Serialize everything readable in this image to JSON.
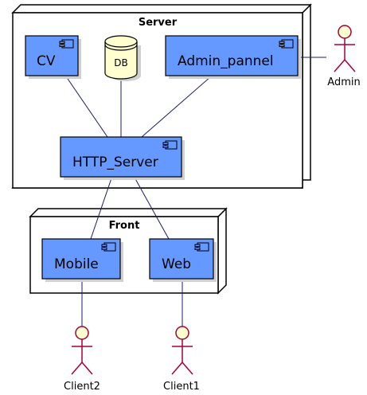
{
  "nodes": {
    "server": {
      "title": "Server"
    },
    "front": {
      "title": "Front"
    }
  },
  "components": {
    "cv": {
      "label": "CV"
    },
    "db": {
      "label": "DB"
    },
    "admin_pannel": {
      "label": "Admin_pannel"
    },
    "http_server": {
      "label": "HTTP_Server"
    },
    "mobile": {
      "label": "Mobile"
    },
    "web": {
      "label": "Web"
    }
  },
  "actors": {
    "admin": {
      "label": "Admin"
    },
    "client2": {
      "label": "Client2"
    },
    "client1": {
      "label": "Client1"
    }
  },
  "colors": {
    "component_fill": "#6699FF",
    "database_fill": "#FEFECE",
    "actor_fill": "#FEFECE",
    "actor_stroke": "#A80036",
    "edge_color": "#1b1b6b"
  }
}
